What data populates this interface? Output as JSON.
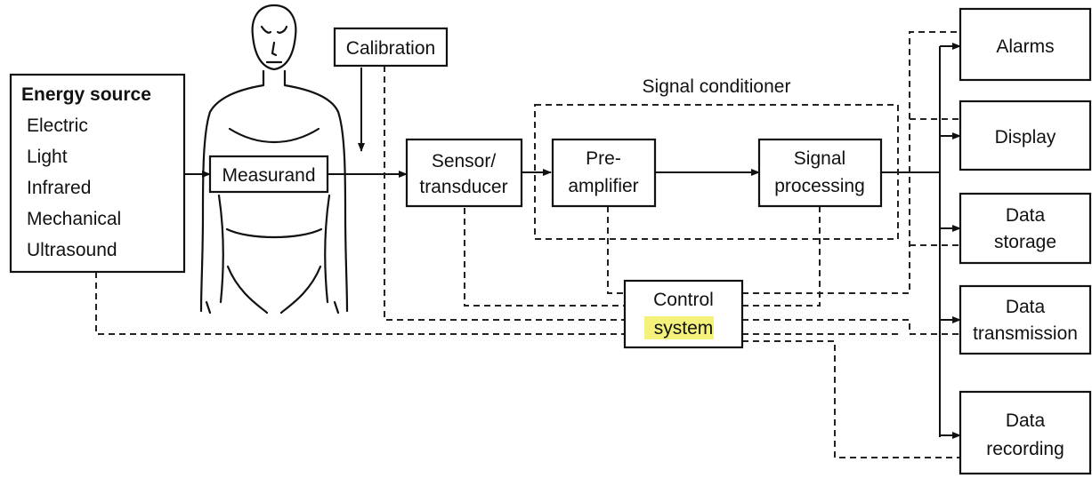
{
  "energy_source": {
    "title": "Energy source",
    "items": [
      "Electric",
      "Light",
      "Infrared",
      "Mechanical",
      "Ultrasound"
    ]
  },
  "calibration": "Calibration",
  "measurand": "Measurand",
  "sensor": [
    "Sensor/",
    "transducer"
  ],
  "signal_conditioner": "Signal conditioner",
  "preamplifier": [
    "Pre-",
    "amplifier"
  ],
  "signal_processing": [
    "Signal",
    "processing"
  ],
  "control_system": [
    "Control",
    "system"
  ],
  "outputs": {
    "alarms": [
      "Alarms"
    ],
    "display": [
      "Display"
    ],
    "data_storage": [
      "Data",
      "storage"
    ],
    "data_transmission": [
      "Data",
      "transmission"
    ],
    "data_recording": [
      "Data",
      "recording"
    ]
  },
  "colors": {
    "highlight": "#f4f27a"
  }
}
